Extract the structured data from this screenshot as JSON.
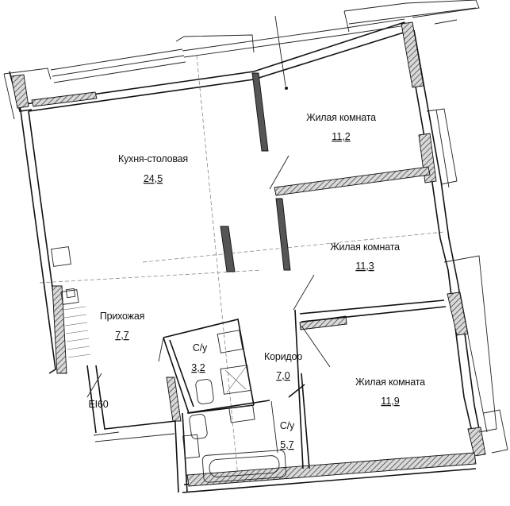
{
  "rooms": [
    {
      "id": "kitchen",
      "name": "Кухня-столовая",
      "area": "24,5"
    },
    {
      "id": "living1",
      "name": "Жилая комната",
      "area": "11,2"
    },
    {
      "id": "living2",
      "name": "Жилая комната",
      "area": "11,3"
    },
    {
      "id": "living3",
      "name": "Жилая комната",
      "area": "11,9"
    },
    {
      "id": "hallway",
      "name": "Прихожая",
      "area": "7,7"
    },
    {
      "id": "corridor",
      "name": "Коридор",
      "area": "7,0"
    },
    {
      "id": "bath1",
      "name": "С/у",
      "area": "3,2"
    },
    {
      "id": "bath2",
      "name": "С/у",
      "area": "5,7"
    }
  ],
  "door_marking": "EI60",
  "colors": {
    "line": "#111111",
    "hatch": "#555555",
    "background": "#ffffff"
  }
}
